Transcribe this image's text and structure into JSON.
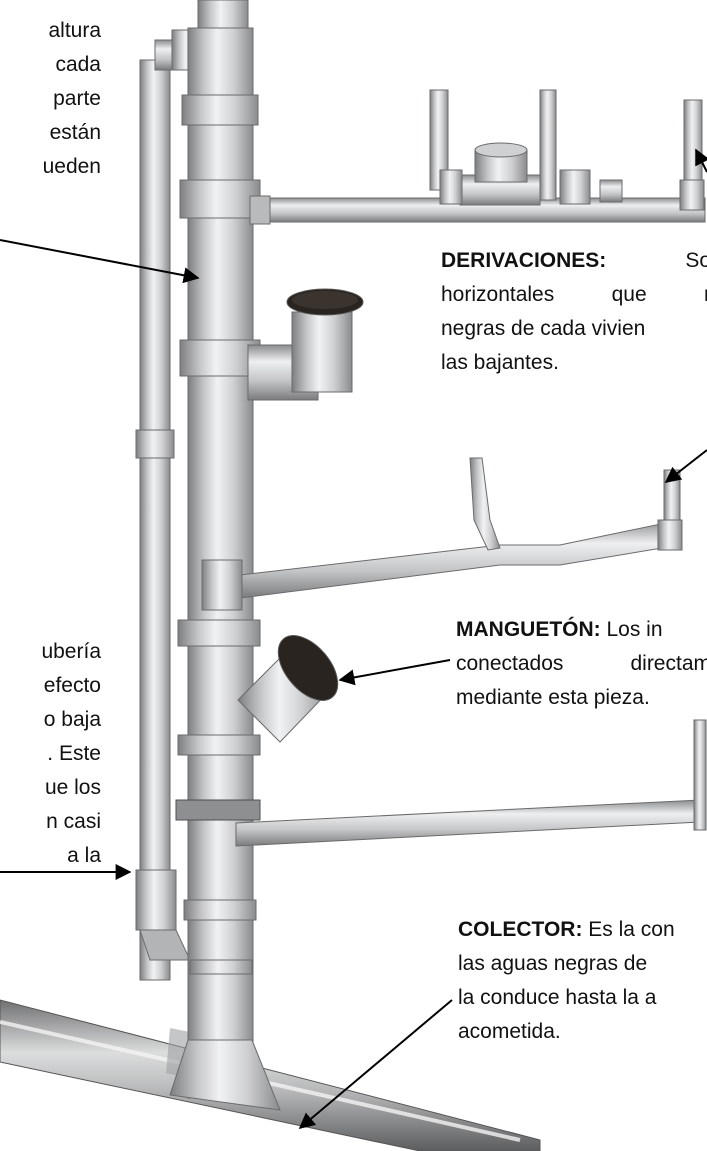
{
  "left_text_top": [
    "altura",
    "cada",
    "parte",
    "están",
    "ueden"
  ],
  "left_text_mid": [
    "ubería",
    "efecto",
    "o baja",
    ". Este",
    "ue los",
    "n casi",
    "a la"
  ],
  "derivaciones": {
    "label": "DERIVACIONES:",
    "line1_tail": "So",
    "line2_a": "horizontales",
    "line2_b": "que",
    "line2_c": "r",
    "line3": "negras de cada vivien",
    "line4": "las bajantes."
  },
  "manguetón": {
    "label": "MANGUETÓN:",
    "line1_tail": " Los in",
    "line2_a": "conectados",
    "line2_b": "directam",
    "line3": "mediante esta pieza."
  },
  "colector": {
    "label": "COLECTOR:",
    "line1_tail": " Es la con",
    "line2": "las aguas negras de",
    "line3": "la conduce hasta la a",
    "line4": "acometida."
  },
  "colors": {
    "pipe_light": "#ecedee",
    "pipe_mid": "#bcbdbe",
    "pipe_dark": "#7d7e80",
    "outline": "#6a6b6d",
    "socket_dark": "#2a2420",
    "arrow": "#000000"
  }
}
